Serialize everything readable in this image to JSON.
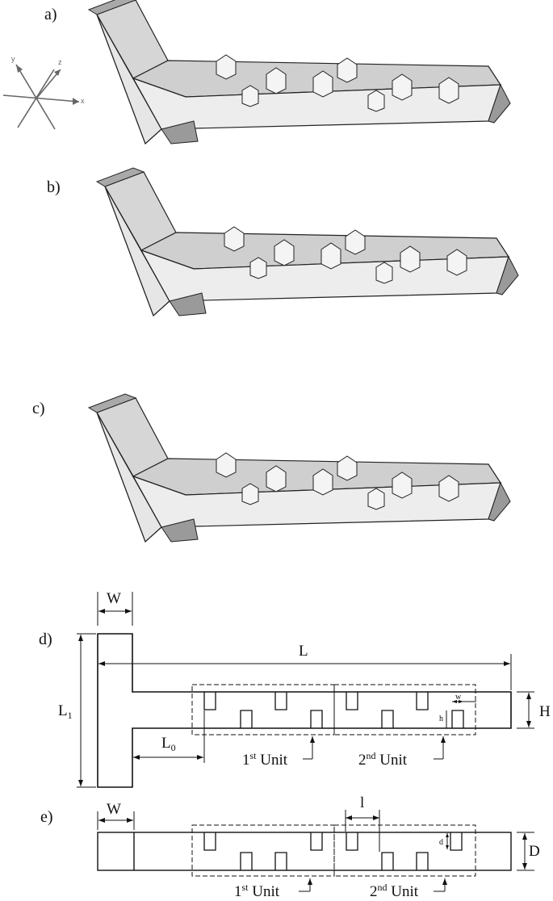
{
  "panels": {
    "a": "a)",
    "b": "b)",
    "c": "c)",
    "d": "d)",
    "e": "e)"
  },
  "axes": {
    "x": "x",
    "y": "y",
    "z": "z"
  },
  "dimensions": {
    "W": "W",
    "L": "L",
    "L1_main": "L",
    "L1_sub": "1",
    "L0_main": "L",
    "L0_sub": "0",
    "H": "H",
    "w": "w",
    "h": "h",
    "l": "l",
    "d": "d",
    "D": "D"
  },
  "units": {
    "first_num": "1",
    "first_sup": "st",
    "second_num": "2",
    "second_sup": "nd",
    "word": " Unit"
  }
}
